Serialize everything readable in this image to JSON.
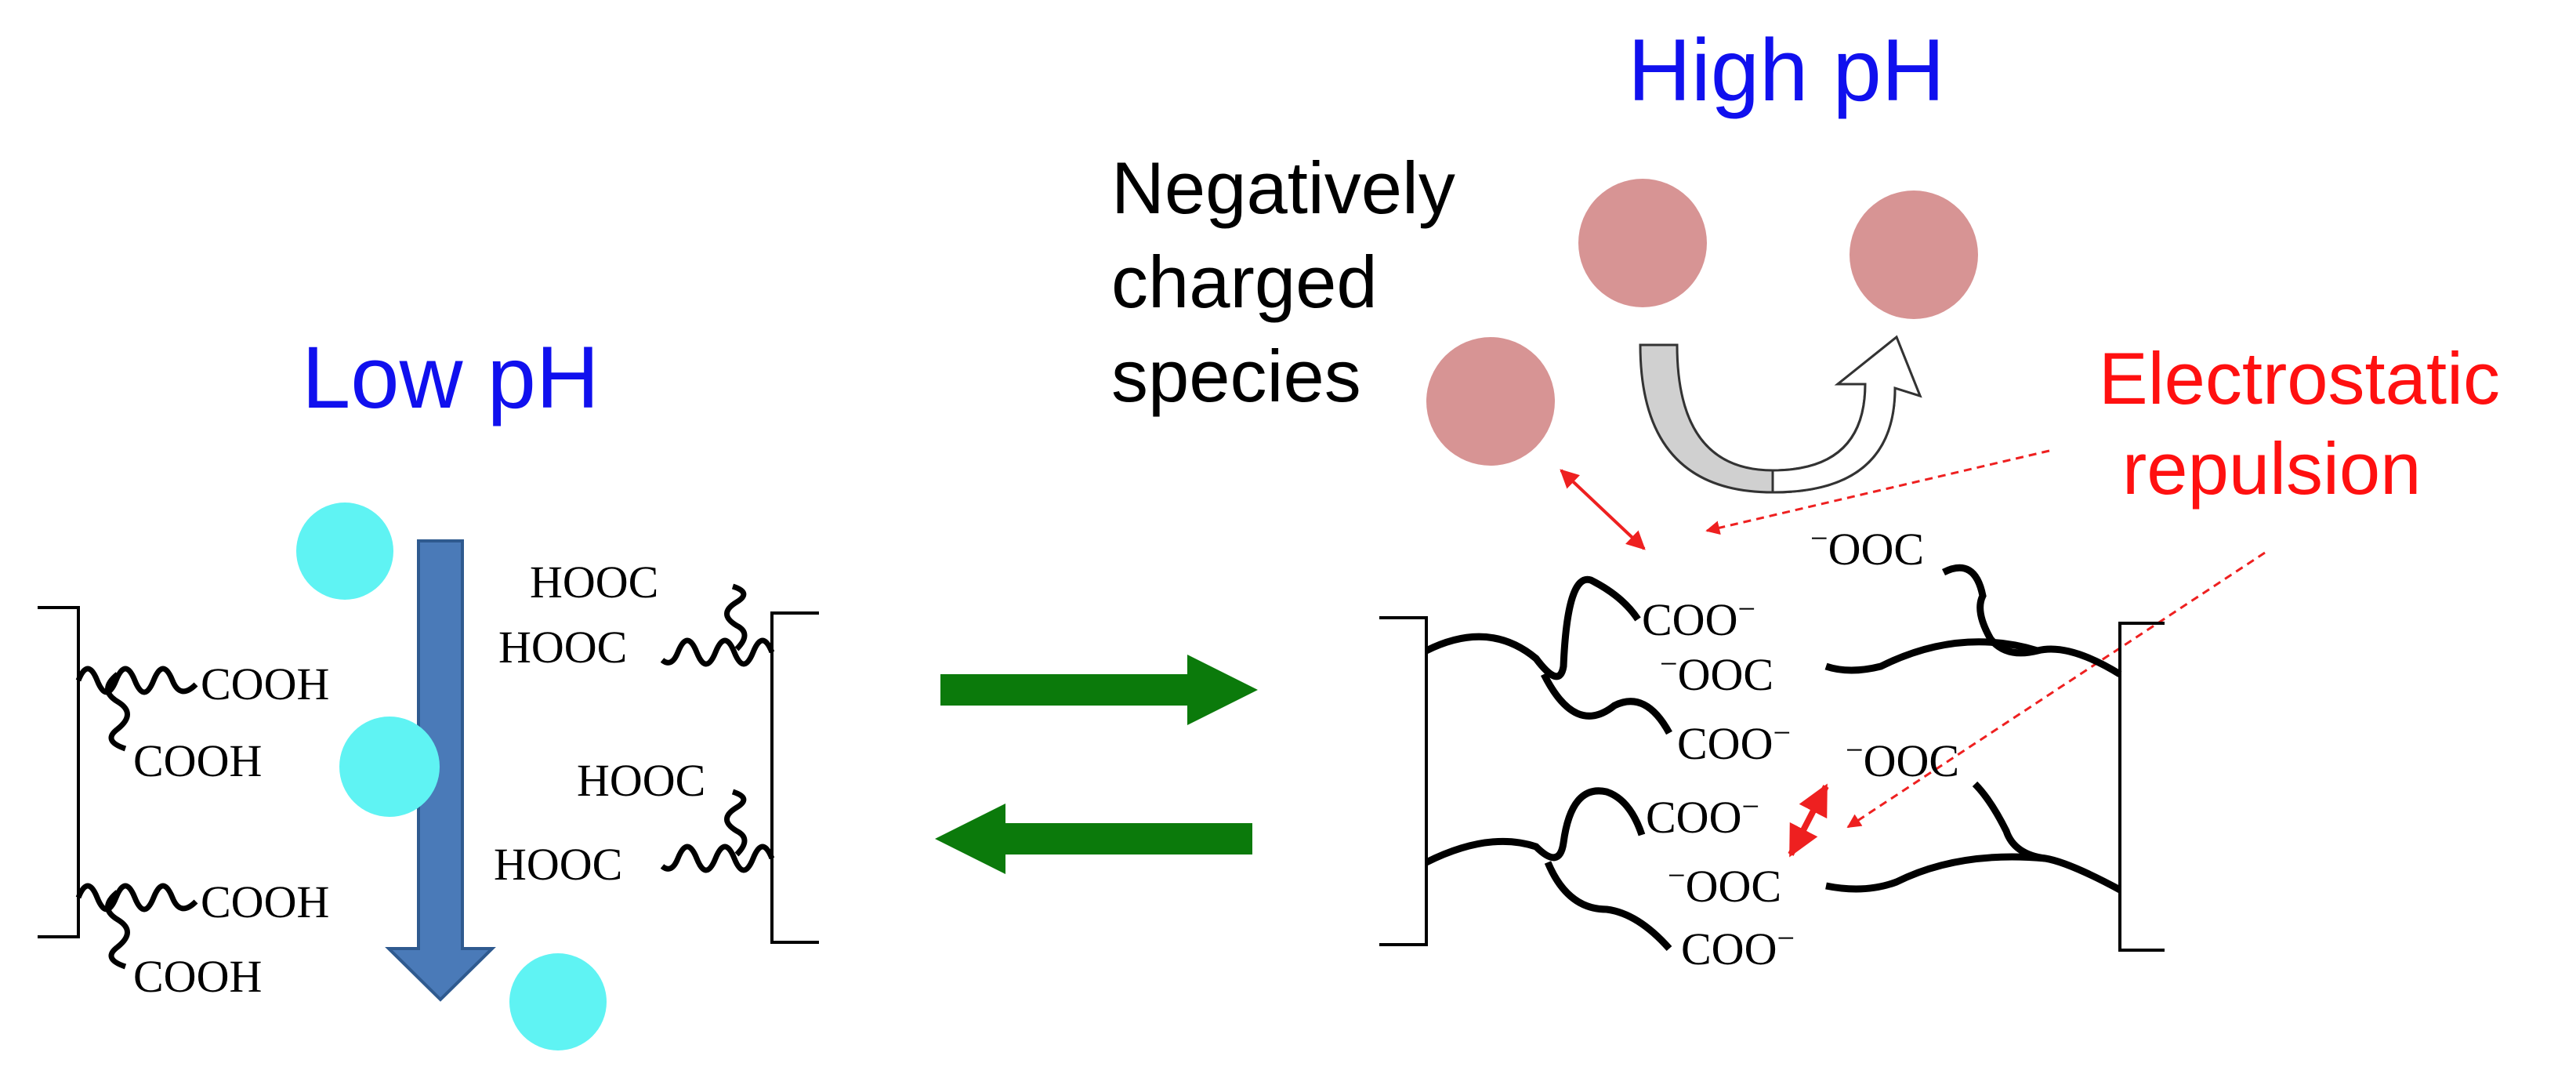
{
  "labels": {
    "low_ph": "Low pH",
    "high_ph": "High pH",
    "negatively_charged_line1": "Negatively",
    "negatively_charged_line2": "charged",
    "negatively_charged_line3": "species",
    "electrostatic_line1": "Electrostatic",
    "electrostatic_line2": "repulsion"
  },
  "chem": {
    "cooh": "COOH",
    "hooc": "HOOC",
    "coo": "COO",
    "ooc": "OOC",
    "minus": "−"
  },
  "colors": {
    "label_blue": "#1010ee",
    "label_red": "#ff1010",
    "cyan_particle": "#5ff3f3",
    "pink_particle": "#d79494",
    "blue_arrow": "#4a7ab8",
    "green_arrow": "#0b7a0b",
    "red_arrow": "#ee2020"
  },
  "icons": {
    "cyan_particle": "circle",
    "pink_particle": "circle",
    "curved_arrow": "u-turn-arrow"
  }
}
